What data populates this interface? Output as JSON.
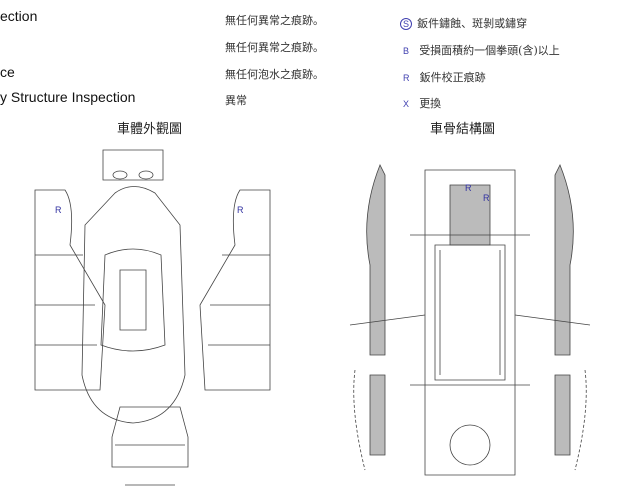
{
  "left_labels": [
    "ection",
    "ce",
    "y Structure Inspection"
  ],
  "results": [
    "無任何異常之痕跡。",
    "無任何異常之痕跡。",
    "無任何泡水之痕跡。",
    "異常"
  ],
  "legend": [
    {
      "code": "S",
      "text": "鈑件鏽蝕、斑剝或鏽穿"
    },
    {
      "code": "B",
      "text": "受損面積約一個拳頭(含)以上"
    },
    {
      "code": "R",
      "text": "鈑件校正痕跡"
    },
    {
      "code": "X",
      "text": "更換"
    }
  ],
  "diagrams": {
    "exterior_title": "車體外觀圖",
    "structure_title": "車骨結構圖",
    "exterior_marks": [
      "R",
      "R"
    ],
    "structure_marks": [
      "R",
      "R"
    ]
  }
}
